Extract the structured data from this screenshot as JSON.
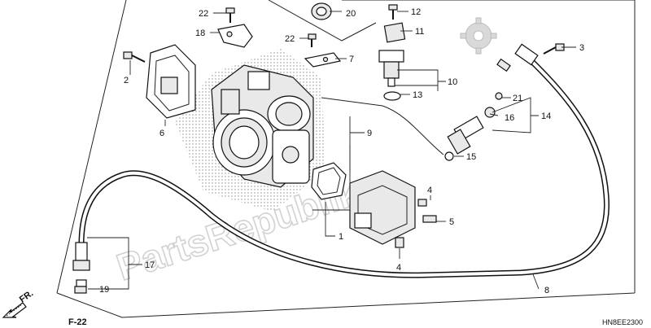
{
  "diagram": {
    "diagram_code": "HN8EE2300",
    "reference_label": "F-22",
    "direction_label": "FR.",
    "watermark": "PartsRepublik",
    "callouts": [
      {
        "id": "c22a",
        "text": "22"
      },
      {
        "id": "c20",
        "text": "20"
      },
      {
        "id": "c12",
        "text": "12"
      },
      {
        "id": "c11",
        "text": "11"
      },
      {
        "id": "c18",
        "text": "18"
      },
      {
        "id": "c22b",
        "text": "22"
      },
      {
        "id": "c7",
        "text": "7"
      },
      {
        "id": "c2",
        "text": "2"
      },
      {
        "id": "c10",
        "text": "10"
      },
      {
        "id": "c13",
        "text": "13"
      },
      {
        "id": "c3",
        "text": "3"
      },
      {
        "id": "c21",
        "text": "21"
      },
      {
        "id": "c16",
        "text": "16"
      },
      {
        "id": "c14",
        "text": "14"
      },
      {
        "id": "c6",
        "text": "6"
      },
      {
        "id": "c9",
        "text": "9"
      },
      {
        "id": "c15",
        "text": "15"
      },
      {
        "id": "c4a",
        "text": "4"
      },
      {
        "id": "c5",
        "text": "5"
      },
      {
        "id": "c1",
        "text": "1"
      },
      {
        "id": "c4b",
        "text": "4"
      },
      {
        "id": "c17",
        "text": "17"
      },
      {
        "id": "c19",
        "text": "19"
      },
      {
        "id": "c8",
        "text": "8"
      }
    ]
  }
}
